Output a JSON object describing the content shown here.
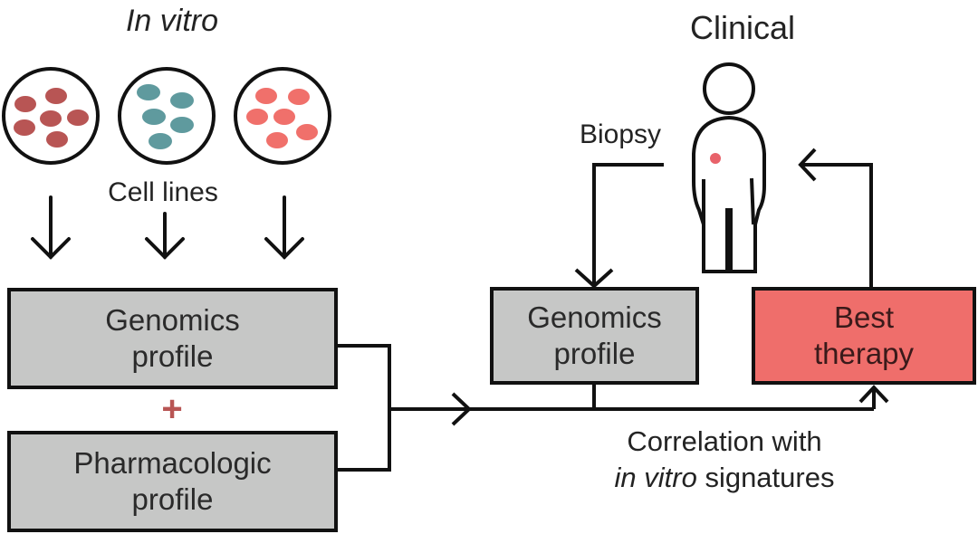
{
  "sections": {
    "in_vitro_title": "In vitro",
    "clinical_title": "Clinical"
  },
  "cell_lines": {
    "label": "Cell lines",
    "dish_colors": [
      "#b85554",
      "#5f9a9e",
      "#f0706b"
    ]
  },
  "boxes": {
    "genomics_left": [
      "Genomics",
      "profile"
    ],
    "pharmacologic": [
      "Pharmacologic",
      "profile"
    ],
    "genomics_right": [
      "Genomics",
      "profile"
    ],
    "best_therapy": [
      "Best",
      "therapy"
    ]
  },
  "plus_sign": "+",
  "labels": {
    "biopsy": "Biopsy",
    "correlation_line1": "Correlation with",
    "correlation_italic": "in vitro",
    "correlation_rest": " signatures"
  },
  "colors": {
    "box_grey": "#c6c7c6",
    "box_red": "#ef6e6b",
    "plus": "#b85554",
    "tumor_dot": "#e8626a"
  }
}
